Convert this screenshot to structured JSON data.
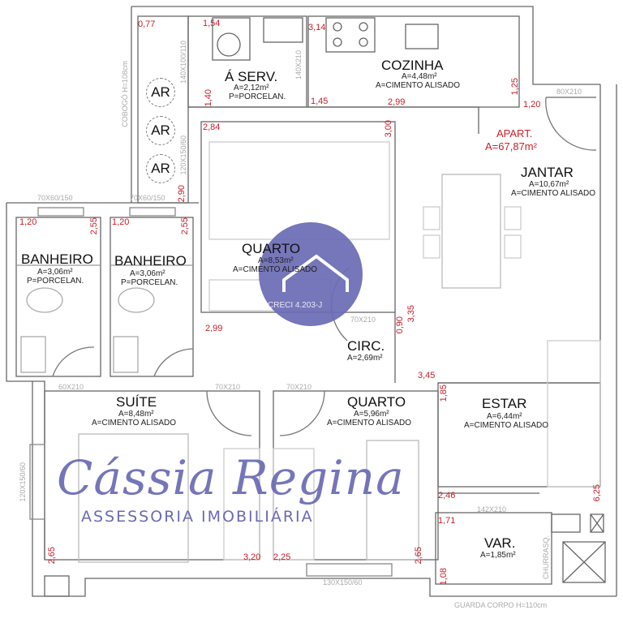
{
  "apartment": {
    "label": "APART.",
    "area": "A=67,87m²"
  },
  "rooms": {
    "servico": {
      "name": "Á  SERV.",
      "area": "A=2,12m²",
      "floor": "P=PORCELAN."
    },
    "cozinha": {
      "name": "COZINHA",
      "area": "A=4,48m²",
      "floor": "A=CIMENTO ALISADO"
    },
    "jantar": {
      "name": "JANTAR",
      "area": "A=10,67m²",
      "floor": "A=CIMENTO ALISADO"
    },
    "quarto1": {
      "name": "QUARTO",
      "area": "A=8,53m²",
      "floor": "A=CIMENTO ALISADO"
    },
    "banheiro1": {
      "name": "BANHEIRO",
      "area": "A=3,06m²",
      "floor": "P=PORCELAN."
    },
    "banheiro2": {
      "name": "BANHEIRO",
      "area": "A=3,06m²",
      "floor": "P=PORCELAN."
    },
    "circ": {
      "name": "CIRC.",
      "area": "A=2,69m²"
    },
    "suite": {
      "name": "SUÍTE",
      "area": "A=8,48m²",
      "floor": "A=CIMENTO ALISADO"
    },
    "quarto2": {
      "name": "QUARTO",
      "area": "A=5,96m²",
      "floor": "A=CIMENTO ALISADO"
    },
    "estar": {
      "name": "ESTAR",
      "area": "A=6,44m²",
      "floor": "A=CIMENTO ALISADO"
    },
    "varanda": {
      "name": "VAR.",
      "area": "A=1,85m²"
    }
  },
  "ac_units": [
    "AR",
    "AR",
    "AR"
  ],
  "dimensions": [
    "0,77",
    "1,54",
    "3,14",
    "1,40",
    "1,45",
    "2,99",
    "2,84",
    "3,00",
    "2,90",
    "1,25",
    "1,20",
    "1,20",
    "2,55",
    "1,20",
    "2,55",
    "2,99",
    "0,90",
    "3,35",
    "3,45",
    "1,85",
    "2,46",
    "6,25",
    "1,71",
    "1,08",
    "2,65",
    "3,20",
    "2,25",
    "2,65"
  ],
  "openings": [
    "140X100/110",
    "140X210",
    "120X150/60",
    "COBOGÓ H=108cm",
    "70X60/150",
    "70X60/150",
    "80X210",
    "60X210",
    "70X210",
    "70X210",
    "70X210",
    "120X150/60",
    "130X150/60",
    "142X210",
    "CHURRASQ.",
    "GUARDA CORPO H=110cm"
  ],
  "watermark": {
    "name": "Cássia Regina",
    "subtitle": "ASSESSORIA IMOBILIÁRIA",
    "creci": "CRECI 4.203-J"
  },
  "colors": {
    "dimension": "#c8202a",
    "watermark": "#6a6ab4",
    "wall": "#555555"
  }
}
